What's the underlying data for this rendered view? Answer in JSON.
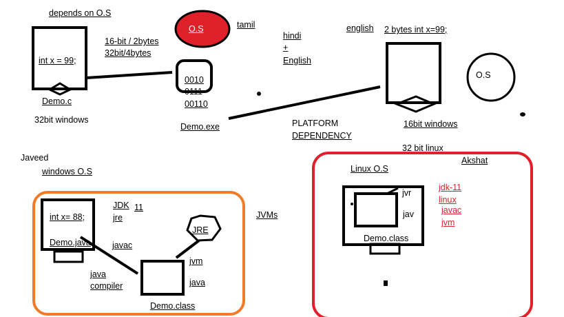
{
  "colors": {
    "ink": "#000000",
    "red": "#e0202a",
    "orange": "#f07c2a",
    "white": "#ffffff"
  },
  "labels": {
    "depends_on_os": "depends on O.S",
    "int_x_99": "int x = 99;",
    "demo_c": "Demo.c",
    "win32": "32bit windows",
    "size_16bit": "16-bit / 2bytes",
    "size_32bit": "32bit/4bytes",
    "os_red": "O.S",
    "tamil": "tamil",
    "hindi": "hindi",
    "plus": "+",
    "english_cap": "English",
    "english": "english",
    "two_bytes": "2 bytes int x=99;",
    "os_circle": "O.S",
    "binary": [
      "0010",
      "0111",
      "00110"
    ],
    "demo_exe": "Demo.exe",
    "platform": "PLATFORM",
    "dependency": "DEPENDENCY",
    "win16": "16bit windows",
    "linux32": "32 bit linux",
    "javeed": "Javeed",
    "windows_os": "windows O.S",
    "akshat": "Akshat",
    "linux_os": "Linux O.S",
    "int_x_88": "int x= 88;",
    "demo_java": "Demo.java",
    "jdk": "JDK",
    "jdk_ver": "11",
    "jre": "jre",
    "javac": "javac",
    "java_compiler": [
      "java",
      "compiler"
    ],
    "jre_hex": "JRE",
    "jvm": "jvm",
    "java": "java",
    "demo_class_1": "Demo.class",
    "jvms": "JVMs",
    "jvr": "jvr",
    "jav": "jav",
    "demo_class_2": "Demo.class",
    "red_list": [
      "jdk-11",
      "linux",
      "javac",
      "jvm"
    ]
  }
}
